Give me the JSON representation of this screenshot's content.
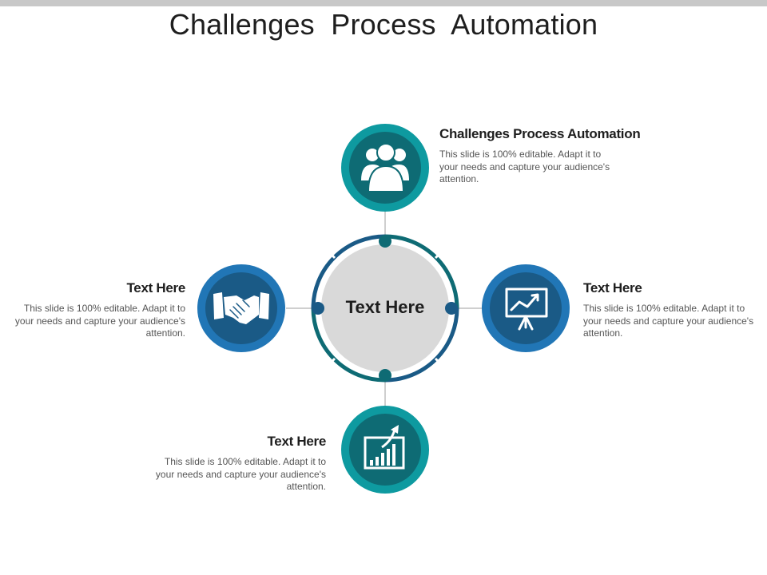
{
  "slide": {
    "title": "Challenges  Process  Automation"
  },
  "center": {
    "label": "Text Here"
  },
  "items": [
    {
      "heading": "Challenges Process Automation",
      "body": "This slide is 100% editable. Adapt it to your needs and capture your audience's attention.",
      "icon": "people-group-icon",
      "color": "#0e9aa0"
    },
    {
      "heading": "Text Here",
      "body": "This slide is 100% editable. Adapt it to your needs and capture your audience's attention.",
      "icon": "presentation-board-icon",
      "color": "#2176b6"
    },
    {
      "heading": "Text Here",
      "body": "This slide is 100% editable. Adapt it to your needs and capture your audience's attention.",
      "icon": "growth-chart-icon",
      "color": "#0e9aa0"
    },
    {
      "heading": "Text Here",
      "body": "This slide is 100% editable. Adapt it to your needs and capture your audience's attention.",
      "icon": "handshake-icon",
      "color": "#2176b6"
    }
  ],
  "colors": {
    "ring_teal": "#0e6b74",
    "ring_blue": "#1a5a86",
    "center_fill": "#d9d9d9",
    "connector": "#bfbfbf"
  }
}
